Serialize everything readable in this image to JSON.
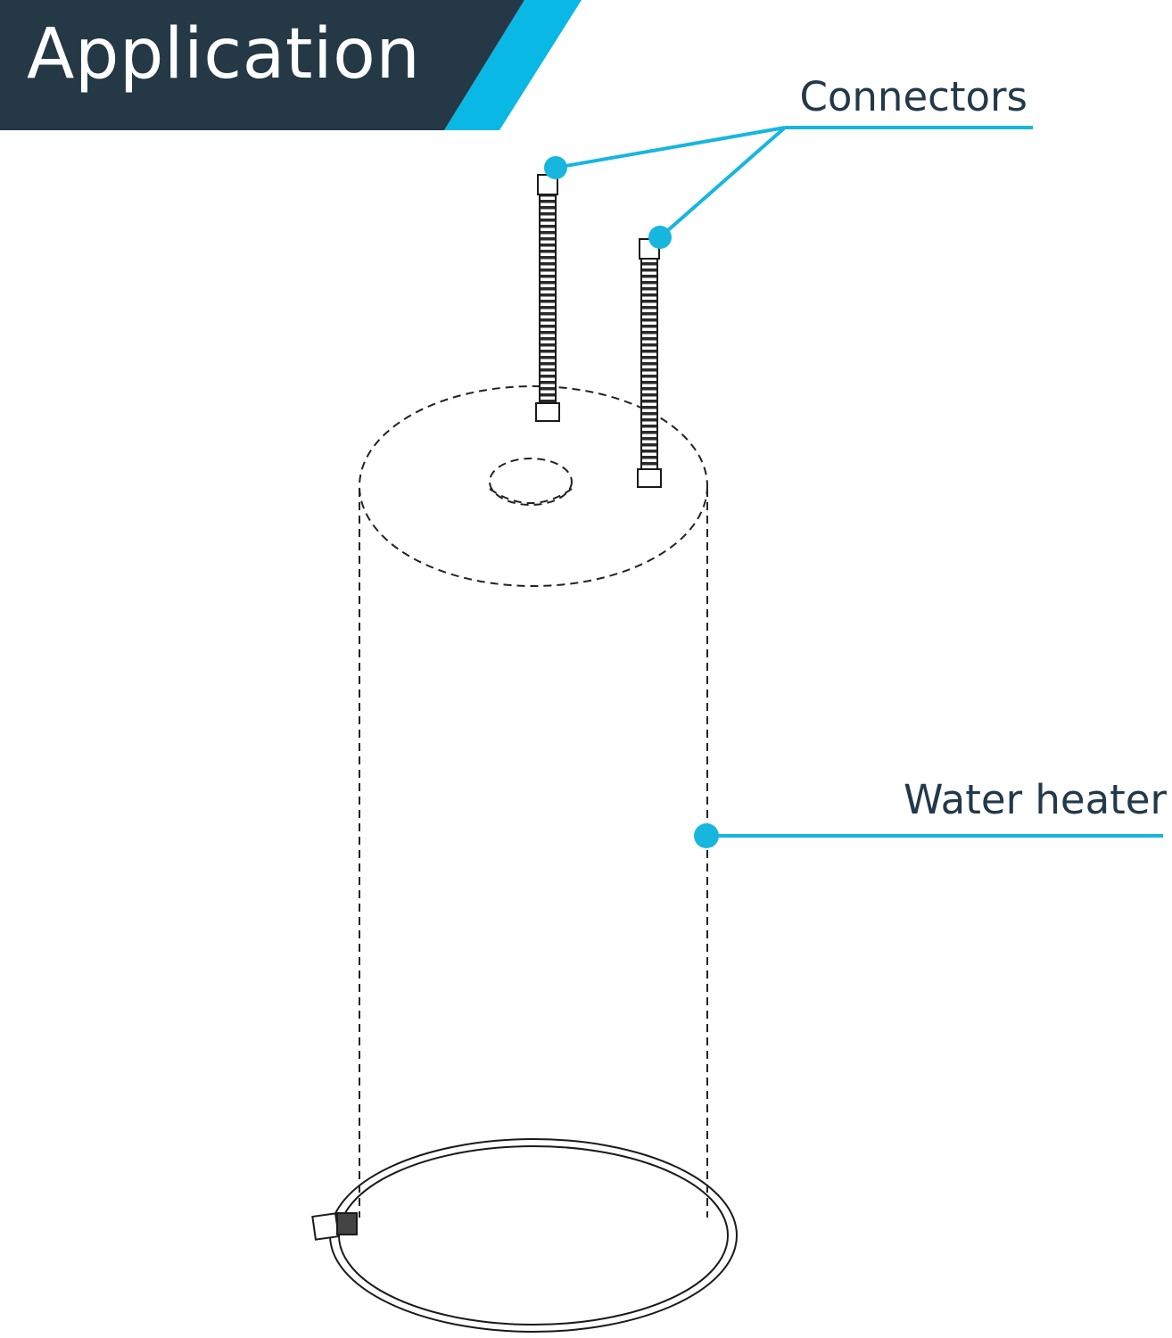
{
  "header": {
    "title": "Application",
    "bar_color": "#243846",
    "accent_color": "#0ab8e6"
  },
  "callouts": {
    "connectors": "Connectors",
    "water_heater": "Water heater"
  },
  "colors": {
    "leader": "#17b6df",
    "label_text": "#23394a",
    "line_art": "#1a1a1a"
  }
}
